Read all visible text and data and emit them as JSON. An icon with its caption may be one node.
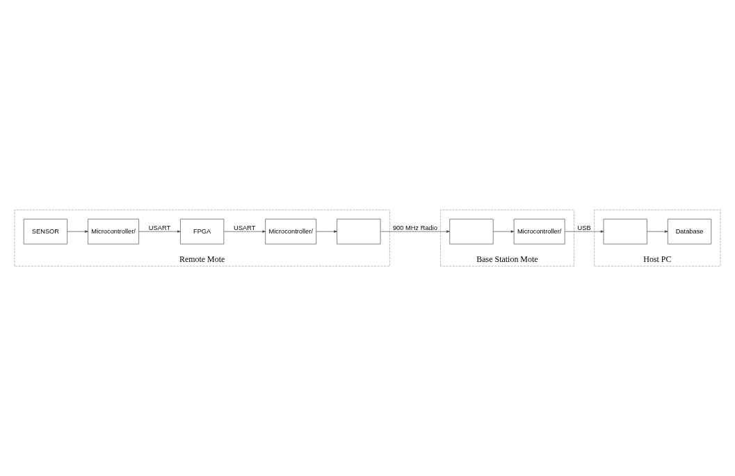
{
  "diagram": {
    "nodes": [
      {
        "text": [
          "Remote Mote"
        ]
      },
      {
        "text": [
          "SENSOR"
        ],
        "in": 0
      },
      {
        "text": [
          "Microcontroller/"
        ],
        "in": 0
      },
      {
        "text": [
          "FPGA"
        ],
        "in": 0
      },
      {
        "text": [
          "Microcontroller/"
        ],
        "in": 0
      },
      {
        "text": [],
        "shape": "box",
        "in": 0
      },
      {
        "text": [
          "Host PC"
        ]
      },
      {
        "text": [
          "Database"
        ],
        "in": 6
      },
      {
        "text": [],
        "shape": "box",
        "in": 6
      },
      {
        "text": [
          "Base Station Mote"
        ]
      },
      {
        "text": [
          "Microcontroller/"
        ],
        "in": 9
      },
      {
        "text": [],
        "shape": "box",
        "in": 9
      }
    ],
    "edges": [
      {
        "from": 1,
        "to": 2,
        "arrow": "to"
      },
      {
        "from": 2,
        "to": 3,
        "arrow": "to",
        "label": "USART"
      },
      {
        "from": 3,
        "to": 4,
        "arrow": "to",
        "label": "USART"
      },
      {
        "from": 4,
        "to": 5,
        "arrow": "to"
      },
      {
        "from": 5,
        "to": 11,
        "arrow": "to",
        "label": "900 MHz Radio"
      },
      {
        "from": 11,
        "to": 10,
        "arrow": "to"
      },
      {
        "from": 10,
        "to": 8,
        "arrow": "to",
        "label": "USB"
      },
      {
        "from": 8,
        "to": 7,
        "arrow": "to"
      }
    ]
  }
}
